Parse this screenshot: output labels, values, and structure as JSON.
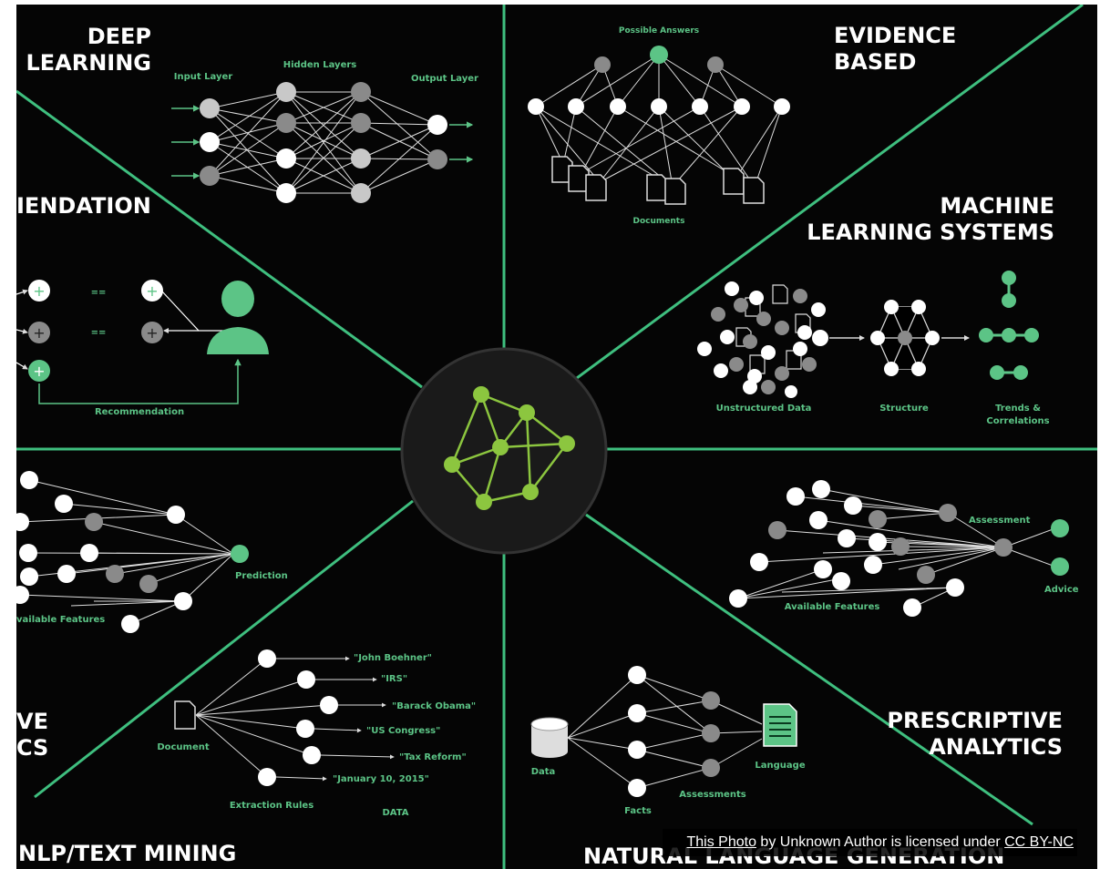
{
  "sections": {
    "deep_learning": {
      "title_line1": "DEEP",
      "title_line2": "LEARNING",
      "input_layer": "Input Layer",
      "hidden_layers": "Hidden Layers",
      "output_layer": "Output Layer"
    },
    "evidence_based": {
      "title_line1": "EVIDENCE",
      "title_line2": "BASED",
      "possible_answers": "Possible Answers",
      "documents": "Documents"
    },
    "machine_learning": {
      "title_line1": "MACHINE",
      "title_line2": "LEARNING SYSTEMS",
      "unstructured": "Unstructured Data",
      "structure": "Structure",
      "trends_line1": "Trends &",
      "trends_line2": "Correlations"
    },
    "recommendation": {
      "title": "IENDATION",
      "label": "Recommendation",
      "equals": "=="
    },
    "predictive": {
      "title_line1": "VE",
      "title_line2": "CS",
      "prediction": "Prediction",
      "features": "vailable Features"
    },
    "prescriptive": {
      "title_line1": "PRESCRIPTIVE",
      "title_line2": "ANALYTICS",
      "assessment": "Assessment",
      "advice": "Advice",
      "features": "Available Features"
    },
    "nlp": {
      "title": "NLP/TEXT MINING",
      "document": "Document",
      "extraction_rules": "Extraction Rules",
      "data": "DATA",
      "entities": [
        "\"John Boehner\"",
        "\"IRS\"",
        "\"Barack Obama\"",
        "\"US Congress\"",
        "\"Tax Reform\"",
        "\"January 10, 2015\""
      ]
    },
    "nlg": {
      "title": "NATURAL LANGUAGE GENERATION",
      "data": "Data",
      "facts": "Facts",
      "assessments": "Assessments",
      "language": "Language"
    }
  },
  "credit": {
    "photo_link": "This Photo",
    "middle": " by Unknown Author is licensed under ",
    "license_link": "CC BY-NC"
  },
  "colors": {
    "accent": "#5cc486",
    "divider": "#3fbf7f",
    "hub_nodes": "#8cc63f",
    "background": "#050505"
  }
}
